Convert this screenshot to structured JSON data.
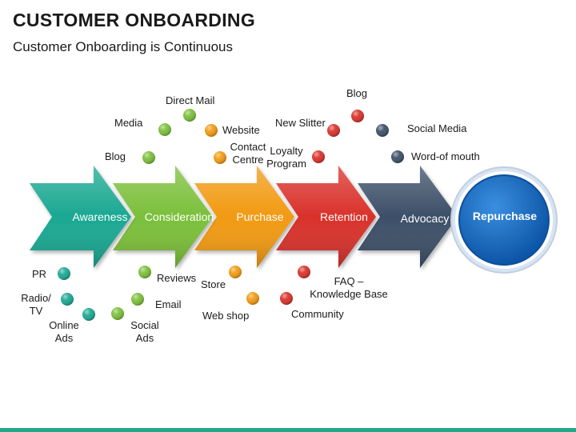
{
  "title": "CUSTOMER ONBOARDING",
  "subtitle": "Customer Onboarding is Continuous",
  "colors": {
    "awareness": "#1aa892",
    "consideration": "#7bbf3a",
    "purchase": "#f29a12",
    "retention": "#d9312a",
    "advocacy": "#3c4f68",
    "repurchase": "#1a6fc4",
    "bottom_bar": "#23a88a"
  },
  "stages": [
    {
      "key": "awareness",
      "label": "Awareness"
    },
    {
      "key": "consideration",
      "label": "Consideration"
    },
    {
      "key": "purchase",
      "label": "Purchase"
    },
    {
      "key": "retention",
      "label": "Retention"
    },
    {
      "key": "advocacy",
      "label": "Advocacy"
    }
  ],
  "final_stage": {
    "key": "repurchase",
    "label": "Repurchase"
  },
  "touchpoints": {
    "pr": "PR",
    "radio_tv": [
      "Radio/",
      "TV"
    ],
    "online_ads": [
      "Online",
      "Ads"
    ],
    "blog_1": "Blog",
    "media": "Media",
    "direct_mail": "Direct Mail",
    "reviews": "Reviews",
    "email": "Email",
    "social_ads": [
      "Social",
      "Ads"
    ],
    "website": "Website",
    "contact_centre": [
      "Contact",
      "Centre"
    ],
    "store": "Store",
    "web_shop": "Web shop",
    "new_slitter": "New Slitter",
    "loyalty_program": [
      "Loyalty",
      "Program"
    ],
    "faq": [
      "FAQ –",
      "Knowledge Base"
    ],
    "community": "Community",
    "blog_2": "Blog",
    "social_media": "Social Media",
    "word_of_mouth": "Word-of mouth"
  }
}
